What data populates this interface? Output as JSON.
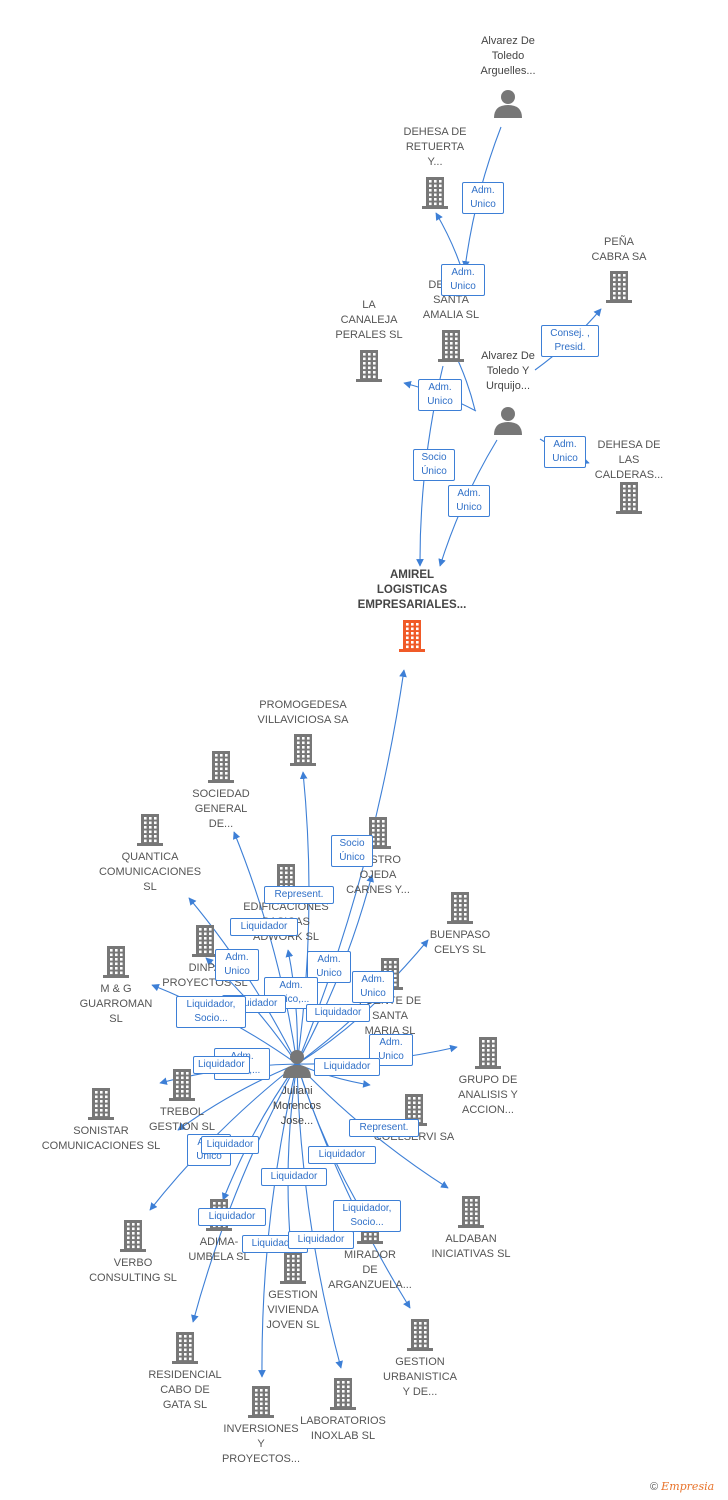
{
  "colors": {
    "building": "#777777",
    "building_main": "#f05a28",
    "person": "#777777",
    "edge": "#3d7fd6",
    "label_text": "#555555"
  },
  "nodes": [
    {
      "id": "alvarez_arguelles",
      "kind": "person",
      "lines": [
        "Alvarez De",
        "Toledo",
        "Arguelles..."
      ]
    },
    {
      "id": "dehesa_retuerta",
      "kind": "company",
      "lines": [
        "DEHESA DE",
        "RETUERTA",
        "Y..."
      ]
    },
    {
      "id": "pena_cabra",
      "kind": "company",
      "lines": [
        "PEÑA",
        "CABRA SA"
      ]
    },
    {
      "id": "dehesa_santa_amalia",
      "kind": "company",
      "lines": [
        "DEHESA",
        "SANTA",
        "AMALIA  SL"
      ]
    },
    {
      "id": "canaleja",
      "kind": "company",
      "lines": [
        "LA",
        "CANALEJA",
        "PERALES SL"
      ]
    },
    {
      "id": "alvarez_urquijo",
      "kind": "person",
      "lines": [
        "Alvarez De",
        "Toledo Y",
        "Urquijo..."
      ]
    },
    {
      "id": "dehesa_calderas",
      "kind": "company",
      "lines": [
        "DEHESA DE",
        "LAS",
        "CALDERAS..."
      ]
    },
    {
      "id": "amirel",
      "kind": "company",
      "main": true,
      "lines": [
        "AMIREL",
        "LOGISTICAS",
        "EMPRESARIALES..."
      ]
    },
    {
      "id": "promogedesa",
      "kind": "company",
      "lines": [
        "PROMOGEDESA",
        "VILLAVICIOSA SA"
      ]
    },
    {
      "id": "sociedad_general",
      "kind": "company",
      "lines": [
        "SOCIEDAD",
        "GENERAL",
        "DE..."
      ]
    },
    {
      "id": "quantica",
      "kind": "company",
      "lines": [
        "QUANTICA",
        "COMUNICACIONES",
        "SL"
      ]
    },
    {
      "id": "castro_ojeda",
      "kind": "company",
      "lines": [
        "CASTRO",
        "OJEDA",
        "CARNES Y..."
      ]
    },
    {
      "id": "edificaciones",
      "kind": "company",
      "lines": [
        "EDIFICACIONES",
        "BASICAS",
        "ADWORK  SL"
      ]
    },
    {
      "id": "buenpaso",
      "kind": "company",
      "lines": [
        "BUENPASO",
        "CELYS SL"
      ]
    },
    {
      "id": "dinpa",
      "kind": "company",
      "lines": [
        "DINPA",
        "PROYECTOS SL"
      ]
    },
    {
      "id": "mg_guarroman",
      "kind": "company",
      "lines": [
        "M & G",
        "GUARROMAN",
        "SL"
      ]
    },
    {
      "id": "fuente_santa_maria",
      "kind": "company",
      "lines": [
        "FUENTE DE",
        "SANTA",
        "MARIA  SL"
      ]
    },
    {
      "id": "grupo_analisis",
      "kind": "company",
      "lines": [
        "GRUPO DE",
        "ANALISIS Y",
        "ACCION..."
      ]
    },
    {
      "id": "juliani",
      "kind": "person",
      "lines": [
        "Juliani",
        "Morencos",
        "Jose..."
      ]
    },
    {
      "id": "trebol",
      "kind": "company",
      "lines": [
        "TREBOL",
        "GESTION  SL"
      ]
    },
    {
      "id": "sonistar",
      "kind": "company",
      "lines": [
        "SONISTAR",
        "COMUNICACIONES SL"
      ]
    },
    {
      "id": "coelservi",
      "kind": "company",
      "lines": [
        "COELSERVI SA"
      ]
    },
    {
      "id": "aldaban",
      "kind": "company",
      "lines": [
        "ALDABAN",
        "INICIATIVAS SL"
      ]
    },
    {
      "id": "verbo",
      "kind": "company",
      "lines": [
        "VERBO",
        "CONSULTING SL"
      ]
    },
    {
      "id": "adima",
      "kind": "company",
      "lines": [
        "ADIMA-",
        "UMBELA SL"
      ]
    },
    {
      "id": "mirador",
      "kind": "company",
      "lines": [
        "MIRADOR",
        "DE",
        "ARGANZUELA..."
      ]
    },
    {
      "id": "gestion_vivienda",
      "kind": "company",
      "lines": [
        "GESTION",
        "VIVIENDA",
        "JOVEN  SL"
      ]
    },
    {
      "id": "gestion_urbanistica",
      "kind": "company",
      "lines": [
        "GESTION",
        "URBANISTICA",
        "Y DE..."
      ]
    },
    {
      "id": "residencial",
      "kind": "company",
      "lines": [
        "RESIDENCIAL",
        "CABO DE",
        "GATA  SL"
      ]
    },
    {
      "id": "laboratorios",
      "kind": "company",
      "lines": [
        "LABORATORIOS",
        "INOXLAB SL"
      ]
    },
    {
      "id": "inversiones",
      "kind": "company",
      "lines": [
        "INVERSIONES",
        "Y",
        "PROYECTOS..."
      ]
    }
  ],
  "edges": [
    {
      "from": "alvarez_arguelles",
      "to": "dehesa_santa_amalia",
      "label": "Adm.\nUnico"
    },
    {
      "from": "dehesa_santa_amalia",
      "to": "dehesa_retuerta",
      "label": "Adm.\nUnico"
    },
    {
      "from": "alvarez_urquijo",
      "to": "dehesa_santa_amalia",
      "label": ""
    },
    {
      "from": "alvarez_urquijo",
      "to": "pena_cabra",
      "label": "Consej. ,\nPresid."
    },
    {
      "from": "alvarez_urquijo",
      "to": "canaleja",
      "label": "Adm.\nUnico"
    },
    {
      "from": "alvarez_urquijo",
      "to": "dehesa_calderas",
      "label": "Adm.\nUnico"
    },
    {
      "from": "dehesa_santa_amalia",
      "to": "amirel",
      "label": "Socio\nÚnico"
    },
    {
      "from": "alvarez_urquijo",
      "to": "amirel",
      "label": "Adm.\nUnico"
    },
    {
      "from": "juliani",
      "to": "amirel",
      "label": "Socio\nÚnico"
    },
    {
      "from": "juliani",
      "to": "promogedesa",
      "label": "Represent."
    },
    {
      "from": "juliani",
      "to": "sociedad_general",
      "label": "Liquidador"
    },
    {
      "from": "juliani",
      "to": "quantica",
      "label": "Adm.\nUnico"
    },
    {
      "from": "juliani",
      "to": "castro_ojeda",
      "label": "Adm.\nUnico"
    },
    {
      "from": "juliani",
      "to": "edificaciones",
      "label": "Adm.\nUnico,..."
    },
    {
      "from": "juliani",
      "to": "buenpaso",
      "label": "Adm.\nUnico"
    },
    {
      "from": "juliani",
      "to": "dinpa",
      "label": "Liquidador"
    },
    {
      "from": "juliani",
      "to": "mg_guarroman",
      "label": "Liquidador,\nSocio..."
    },
    {
      "from": "juliani",
      "to": "fuente_santa_maria",
      "label": "Liquidador"
    },
    {
      "from": "juliani",
      "to": "grupo_analisis",
      "label": "Adm.\nUnico"
    },
    {
      "from": "juliani",
      "to": "trebol",
      "label": "Adm.\nUnico,..."
    },
    {
      "from": "juliani",
      "to": "coelservi",
      "label": "Liquidador"
    },
    {
      "from": "juliani",
      "to": "aldaban",
      "label": "Represent."
    },
    {
      "from": "juliani",
      "to": "verbo",
      "label": "Adm.\nUnico"
    },
    {
      "from": "juliani",
      "to": "adima",
      "label": "Liquidador"
    },
    {
      "from": "juliani",
      "to": "mirador",
      "label": "Liquidador"
    },
    {
      "from": "juliani",
      "to": "gestion_urbanistica",
      "label": "Liquidador,\nSocio..."
    },
    {
      "from": "juliani",
      "to": "gestion_vivienda",
      "label": "Liquidador"
    },
    {
      "from": "juliani",
      "to": "residencial",
      "label": "Liquidador"
    },
    {
      "from": "juliani",
      "to": "inversiones",
      "label": "Liquidador"
    },
    {
      "from": "juliani",
      "to": "laboratorios",
      "label": "Liquidador"
    },
    {
      "from": "juliani",
      "to": "sonistar",
      "label": "Liquidador"
    }
  ],
  "footer": {
    "copyright": "©",
    "brand": "Empresia"
  }
}
